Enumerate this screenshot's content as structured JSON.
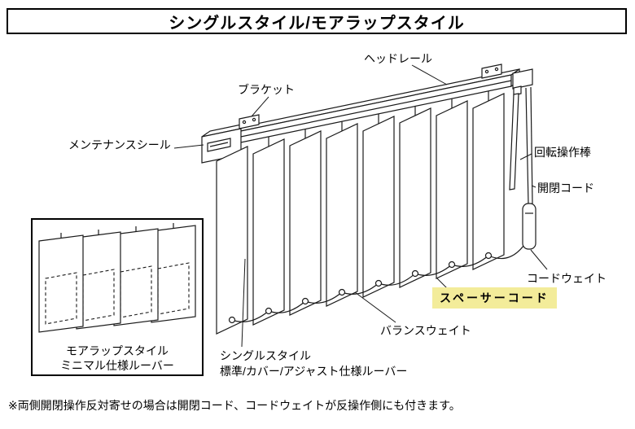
{
  "title": "シングルスタイル/モアラップスタイル",
  "diagram": {
    "labels": {
      "head_rail": "ヘッドレール",
      "bracket": "ブラケット",
      "maintenance_seal": "メンテナンスシール",
      "rotation_rod": "回転操作棒",
      "open_close_cord": "開閉コード",
      "cord_weight": "コードウェイト",
      "spacer_cord": "スペーサーコード",
      "balance_weight": "バランスウェイト",
      "single_style_name": "シングルスタイル",
      "single_style_spec": "標準/カバー/アジャスト仕様ルーバー"
    },
    "inset": {
      "style_name": "モアラップスタイル",
      "spec_name": "ミニマル仕様ルーバー"
    }
  },
  "footnote": "※両側開閉操作反対寄せの場合は開閉コード、コードウェイトが反操作側にも付きます。",
  "colors": {
    "highlight": "#f3ec9a",
    "line": "#1a1a1a"
  }
}
